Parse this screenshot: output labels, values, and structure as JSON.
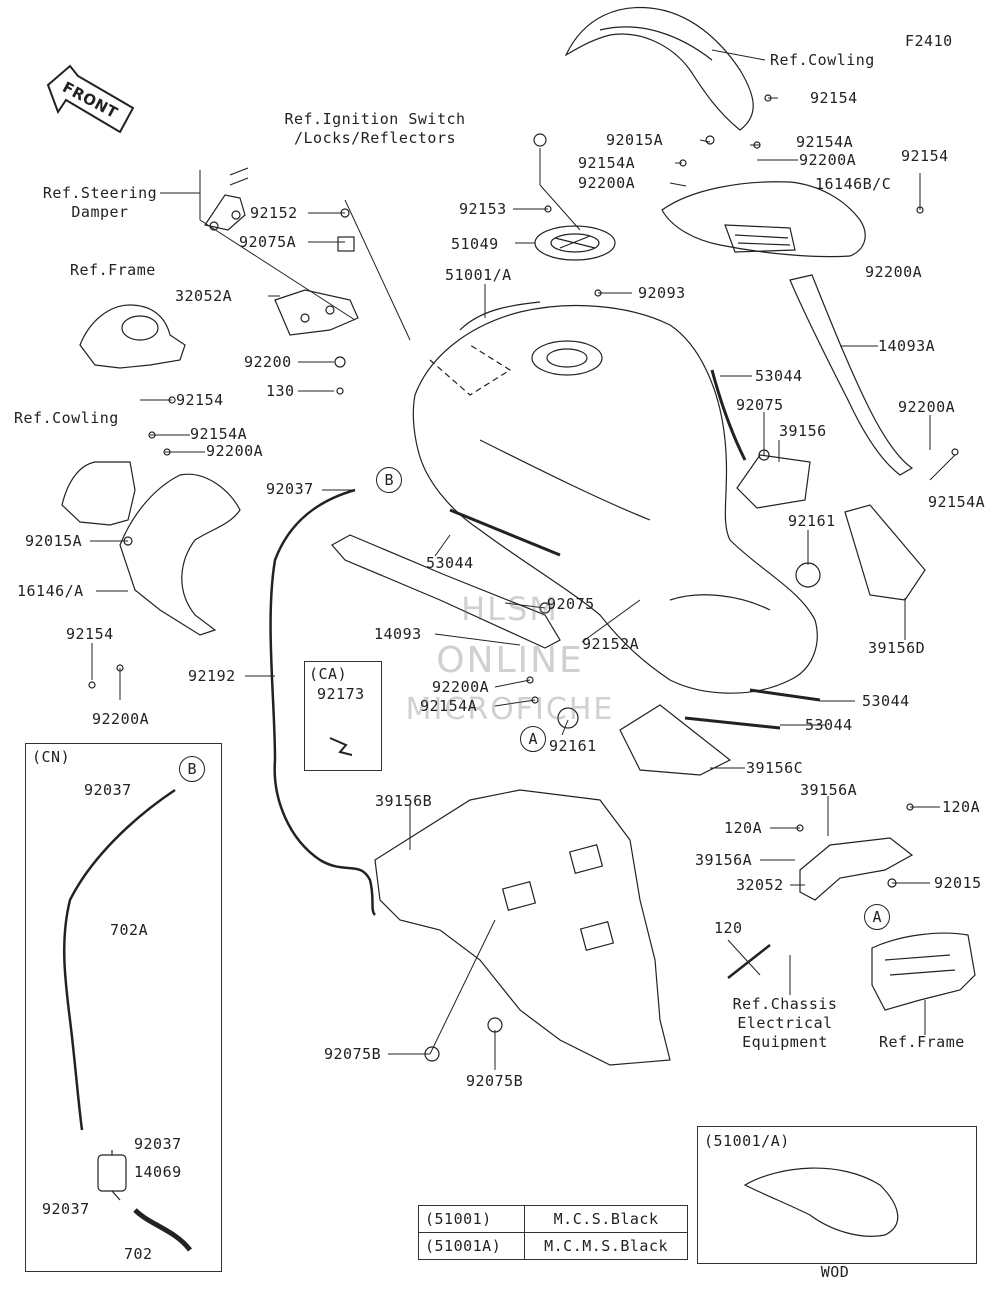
{
  "diagram_code": "F2410",
  "front_badge": "FRONT",
  "watermark": {
    "line1": "HLSM",
    "line2": "ONLINE",
    "line3": "MICROFICHE"
  },
  "refs": {
    "cowling_top": "Ref.Cowling",
    "ignition": "Ref.Ignition Switch /Locks/Reflectors",
    "steering": "Ref.Steering Damper",
    "frame_left": "Ref.Frame",
    "cowling_left": "Ref.Cowling",
    "chassis": "Ref.Chassis Electrical Equipment",
    "frame_right": "Ref.Frame"
  },
  "parts": {
    "p92154_top": "92154",
    "p92015A_top": "92015A",
    "p92154A_top": "92154A",
    "p92154A_top2": "92154A",
    "p92200A_top": "92200A",
    "p92200A_top2": "92200A",
    "p92154_right": "92154",
    "p16146BC": "16146B/C",
    "p92200A_right": "92200A",
    "p92153": "92153",
    "p51049": "51049",
    "p92093": "92093",
    "p92152": "92152",
    "p92075A": "92075A",
    "p32052A": "32052A",
    "p51001A": "51001/A",
    "p92200": "92200",
    "p130": "130",
    "p14093A": "14093A",
    "p53044_top": "53044",
    "p92075": "92075",
    "p39156": "39156",
    "p92200A_r2": "92200A",
    "p92154A_r2": "92154A",
    "p92154_left": "92154",
    "p92154A_left": "92154A",
    "p92200A_left": "92200A",
    "p92037_mid": "92037",
    "p92015A_left": "92015A",
    "p53044_mid": "53044",
    "p16146A": "16146/A",
    "p92161_top": "92161",
    "p92075_mid": "92075",
    "p14093": "14093",
    "p92152A": "92152A",
    "p39156D": "39156D",
    "p92154_left2": "92154",
    "p92192": "92192",
    "p92200A_bl": "92200A",
    "p92200A_mid": "92200A",
    "p92154A_mid": "92154A",
    "p53044_r": "53044",
    "p53044_r2": "53044",
    "p92161_bot": "92161",
    "p39156C": "39156C",
    "p39156B": "39156B",
    "p39156A_top": "39156A",
    "p120A_right": "120A",
    "p120A_left": "120A",
    "p39156A_left": "39156A",
    "p32052": "32052",
    "p92015": "92015",
    "p120": "120",
    "p92075B_left": "92075B",
    "p92075B_bot": "92075B"
  },
  "ca_box": {
    "title": "(CA)",
    "part": "92173"
  },
  "cn_box": {
    "title": "(CN)",
    "callout": "B",
    "p92037_a": "92037",
    "p702A": "702A",
    "p92037_b": "92037",
    "p14069": "14069",
    "p92037_c": "92037",
    "p702": "702"
  },
  "callouts": {
    "a1": "A",
    "a2": "A",
    "b1": "B"
  },
  "color_table": [
    {
      "code": "(51001)",
      "color": "M.C.S.Black"
    },
    {
      "code": "(51001A)",
      "color": "M.C.M.S.Black"
    }
  ],
  "wod_box": {
    "title": "(51001/A)",
    "caption": "WOD"
  }
}
